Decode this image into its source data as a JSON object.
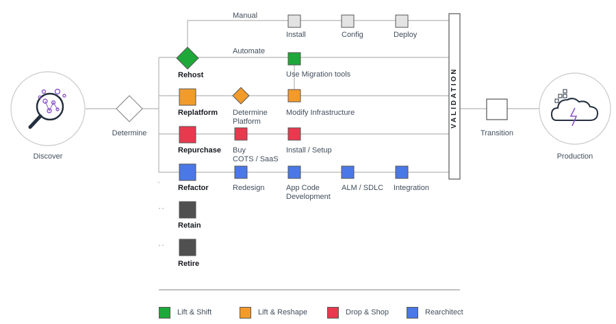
{
  "colors": {
    "lift_shift": "#1fa83a",
    "lift_reshape": "#f29b2b",
    "drop_shop": "#e8394f",
    "rearchitect": "#4a78e6",
    "retain": "#505050",
    "manual": "#e3e3e3",
    "line": "#b5b5b5"
  },
  "nodes": {
    "discover": "Discover",
    "determine": "Determine",
    "transition": "Transition",
    "production": "Production",
    "validation": "VALIDATION"
  },
  "paths": {
    "manual": "Manual",
    "automate": "Automate"
  },
  "strategies": {
    "rehost": "Rehost",
    "replatform": "Replatform",
    "repurchase": "Repurchase",
    "refactor": "Refactor",
    "retain": "Retain",
    "retire": "Retire"
  },
  "steps": {
    "install": "Install",
    "config": "Config",
    "deploy": "Deploy",
    "use_migration_tools": "Use Migration tools",
    "determine_platform_1": "Determine",
    "determine_platform_2": "Platform",
    "modify_infrastructure": "Modify Infrastructure",
    "buy_1": "Buy",
    "buy_2": "COTS / SaaS",
    "install_setup": "Install / Setup",
    "redesign": "Redesign",
    "app_code_1": "App Code",
    "app_code_2": "Development",
    "alm_sdlc": "ALM / SDLC",
    "integration": "Integration"
  },
  "legend": {
    "lift_shift": "Lift & Shift",
    "lift_reshape": "Lift & Reshape",
    "drop_shop": "Drop & Shop",
    "rearchitect": "Rearchitect"
  }
}
